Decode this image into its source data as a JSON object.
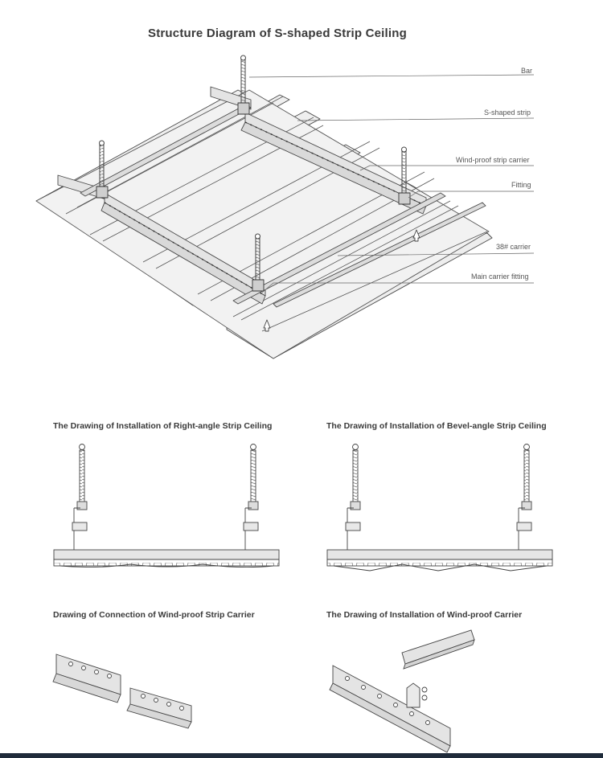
{
  "title": "Structure Diagram of S-shaped Strip Ceiling",
  "callouts": {
    "bar": "Bar",
    "s_strip": "S-shaped strip",
    "wind_carrier": "Wind-proof strip carrier",
    "fitting": "Fitting",
    "carrier38": "38# carrier",
    "main_fitting": "Main carrier fitting"
  },
  "sections": {
    "right_angle": "The Drawing of Installation of Right-angle Strip Ceiling",
    "bevel_angle": "The Drawing of Installation of Bevel-angle Strip Ceiling",
    "connection": "Drawing of Connection of Wind-proof Strip Carrier",
    "wind_install": "The Drawing of Installation of Wind-proof Carrier"
  },
  "colors": {
    "line": "#4a4a4a",
    "strip_fill": "#efefef",
    "carrier_fill": "#e6e6e6",
    "bottom_bar": "#1f2b3a"
  }
}
